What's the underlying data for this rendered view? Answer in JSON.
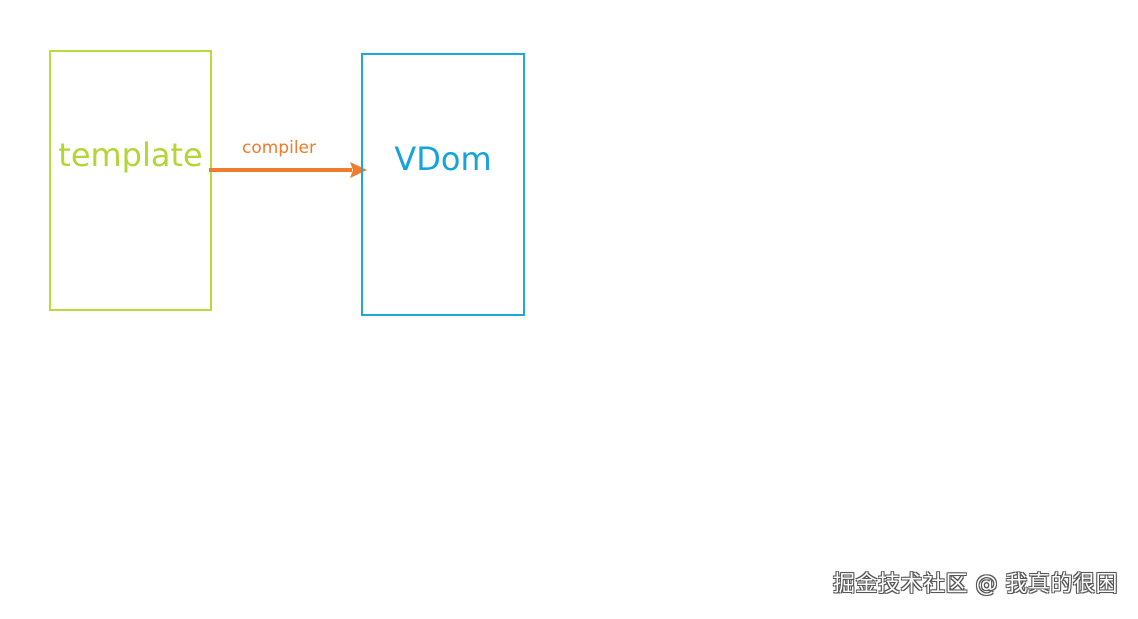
{
  "diagram": {
    "source_box": {
      "label": "template",
      "color": "#b7dc3c"
    },
    "target_box": {
      "label": "VDom",
      "color": "#1ea7d9"
    },
    "arrow": {
      "label": "compiler",
      "color": "#f07b2a",
      "direction": "source-to-target"
    }
  },
  "watermark": {
    "text": "掘金技术社区 @ 我真的很困"
  }
}
